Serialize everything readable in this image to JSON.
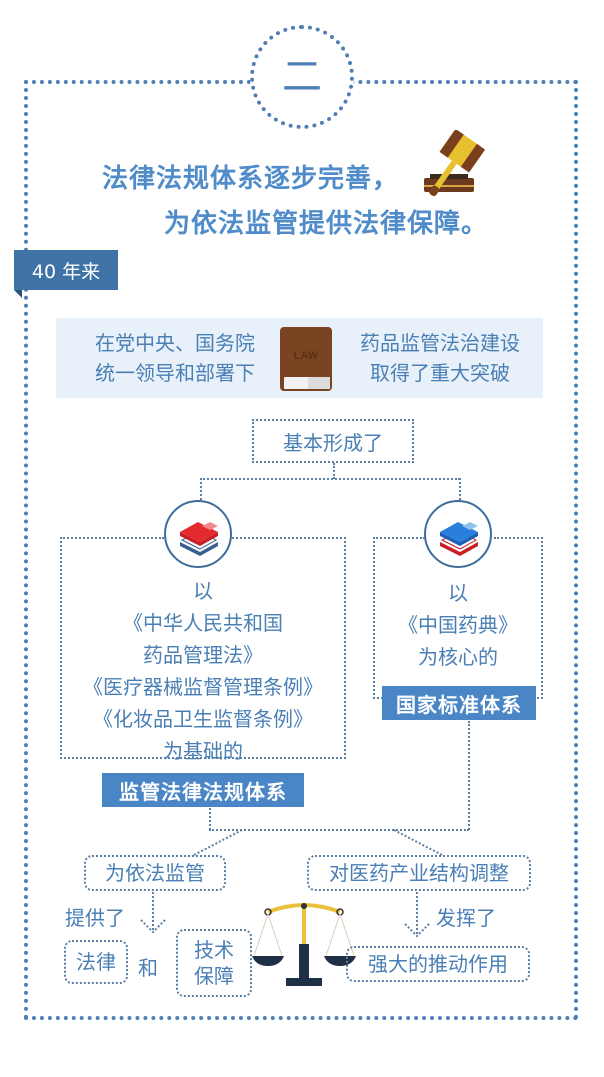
{
  "section": {
    "number": "二"
  },
  "title": {
    "line1": "法律法规体系逐步完善，",
    "line2": "为依法监管提供法律保障。",
    "icon": "gavel-icon"
  },
  "ribbon": {
    "label": "40 年来"
  },
  "intro": {
    "left_line1": "在党中央、国务院",
    "left_line2": "统一领导和部署下",
    "book_label": "LAW",
    "right_line1": "药品监管法治建设",
    "right_line2": "取得了重大突破"
  },
  "hub": {
    "label": "基本形成了"
  },
  "left_column": {
    "icon": "red-books-icon",
    "lines": [
      "以",
      "《中华人民共和国",
      "药品管理法》",
      "《医疗器械监督管理条例》",
      "《化妆品卫生监督条例》",
      "为基础的"
    ],
    "label": "监管法律法规体系"
  },
  "right_column": {
    "icon": "blue-books-icon",
    "lines": [
      "以",
      "《中国药典》",
      "为核心的"
    ],
    "label": "国家标准体系"
  },
  "bottom_left": {
    "box_label": "为依法监管",
    "verb": "提供了",
    "item1": "法律",
    "conjunction": "和",
    "item2_line1": "技术",
    "item2_line2": "保障"
  },
  "bottom_right": {
    "box_label": "对医药产业结构调整",
    "verb": "发挥了",
    "result": "强大的推动作用"
  },
  "center_icon": "scales-of-justice-icon",
  "colors": {
    "primary_blue": "#4a86c5",
    "dark_blue": "#3f73a6",
    "text_blue": "#4a7fb5",
    "band_bg": "#e8f1f9",
    "border_blue": "#4d7fb3"
  }
}
